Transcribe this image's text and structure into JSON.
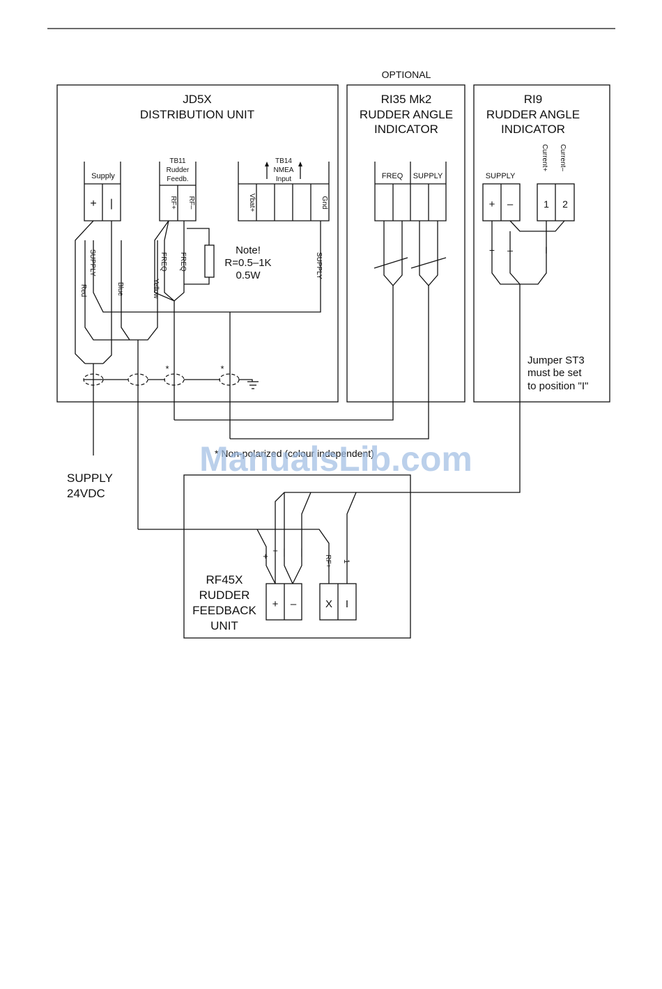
{
  "optional_label": "OPTIONAL",
  "jd5x": {
    "title": "JD5X",
    "subtitle": "DISTRIBUTION  UNIT"
  },
  "ri35": {
    "line1": "RI35  Mk2",
    "line2": "RUDDER  ANGLE",
    "line3": "INDICATOR"
  },
  "ri9": {
    "line1": "RI9",
    "line2": "RUDDER  ANGLE",
    "line3": "INDICATOR"
  },
  "supply_block": {
    "label": "Supply",
    "t1": "+",
    "t2": "|"
  },
  "tb11": {
    "l1": "TB11",
    "l2": "Rudder",
    "l3": "Feedb.",
    "t1": "RF+",
    "t2": "RF–"
  },
  "tb14": {
    "l1": "TB14",
    "l2": "NMEA",
    "l3": "Input",
    "t1": "Vbat+",
    "t5": "Gnd"
  },
  "ri35_terminals": {
    "freq": "FREQ",
    "supply": "SUPPLY"
  },
  "ri9_terminals": {
    "supply": "SUPPLY",
    "cur_plus": "Current+",
    "cur_minus": "Current–",
    "t_plus": "+",
    "t_minus": "–",
    "t1": "1",
    "t2": "2"
  },
  "wire_labels": {
    "supply_left": "SUPPLY",
    "red": "Red",
    "blue": "Blue",
    "yellow": "Yellow",
    "freq1": "FREQ",
    "freq2": "FREQ",
    "supply_right": "SUPPLY",
    "ri9_plus": "+",
    "ri9_minus": "–",
    "ri9_i": "I"
  },
  "note": {
    "l1": "Note!",
    "l2": "R=0.5–1K",
    "l3": "0.5W"
  },
  "jumper": {
    "l1": "Jumper  ST3",
    "l2": "must  be  set",
    "l3": "to  position  \"I\""
  },
  "star": "*",
  "footnote": "*  Non-polarized  (colour  independent)",
  "supply_24": {
    "l1": "SUPPLY",
    "l2": "24VDC"
  },
  "rf45x": {
    "l1": "RF45X",
    "l2": "RUDDER",
    "l3": "FEEDBACK",
    "l4": "UNIT",
    "t_plus": "+",
    "t_minus": "–",
    "t_x": "X",
    "t_i": "I"
  },
  "rf45x_wires": {
    "p1": "+",
    "p2": "+",
    "m1": "|",
    "m2": "|",
    "rf": "RF+",
    "one": "1"
  },
  "watermark": "ManualsLib.com"
}
